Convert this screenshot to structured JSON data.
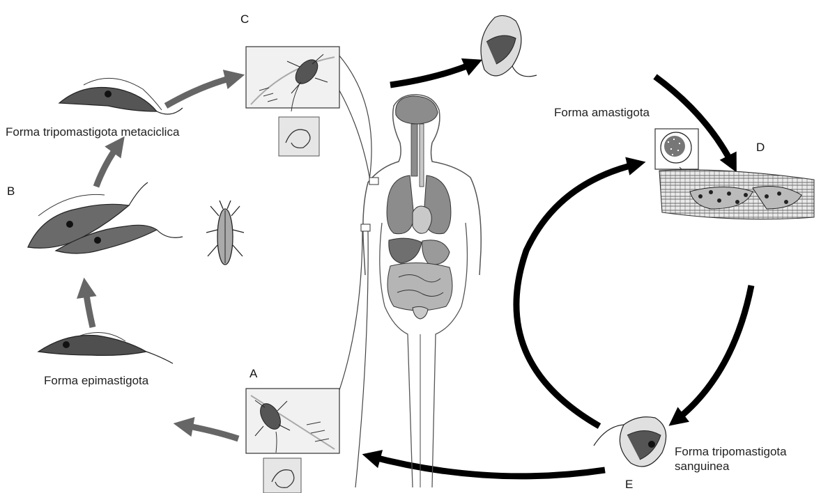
{
  "letters": {
    "a": "A",
    "b": "B",
    "c": "C",
    "d": "D",
    "e": "E"
  },
  "labels": {
    "metacyclic": "Forma tripomastigota metaciclica",
    "epimastigote": "Forma epimastigota",
    "amastigote": "Forma amastigota",
    "blood_line1": "Forma tripomastigota",
    "blood_line2": "sanguinea"
  },
  "colors": {
    "gray_arrow": "#666666",
    "black_arrow": "#000000",
    "organ_dark": "#8c8c8c",
    "organ_light": "#c9c9c9",
    "inset_fill": "#f1f1f1"
  }
}
